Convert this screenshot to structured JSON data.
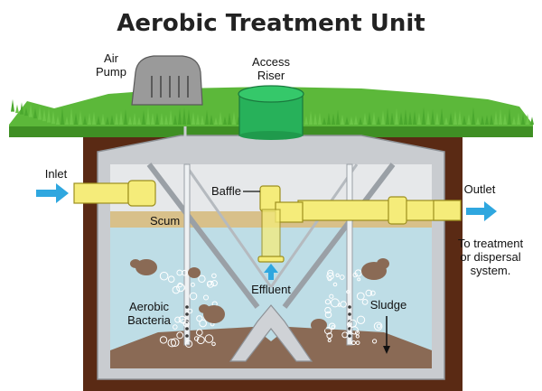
{
  "title": "Aerobic Treatment Unit",
  "labels": {
    "air_pump": [
      "Air",
      "Pump"
    ],
    "access_riser": [
      "Access",
      "Riser"
    ],
    "inlet": "Inlet",
    "outlet": "Outlet",
    "baffle": "Baffle",
    "scum": "Scum",
    "effluent": "Effluent",
    "aerobic_bacteria": [
      "Aerobic",
      "Bacteria"
    ],
    "sludge": "Sludge",
    "destination": [
      "To treatment",
      "or dispersal",
      "system."
    ]
  },
  "colors": {
    "grass": "#5cb83a",
    "grass_dark": "#3f8f24",
    "soil": "#5a2a14",
    "tank_wall": "#c9ccd0",
    "tank_inner": "#e6e8ea",
    "water": "#b9dbe6",
    "scum": "#d8c08a",
    "sludge": "#8a6a55",
    "pipe": "#f5ec7a",
    "pipe_stroke": "#9c8f1e",
    "riser": "#27b15a",
    "pump": "#9a9a9a",
    "arrow": "#2fa7df",
    "title": "#222222"
  }
}
